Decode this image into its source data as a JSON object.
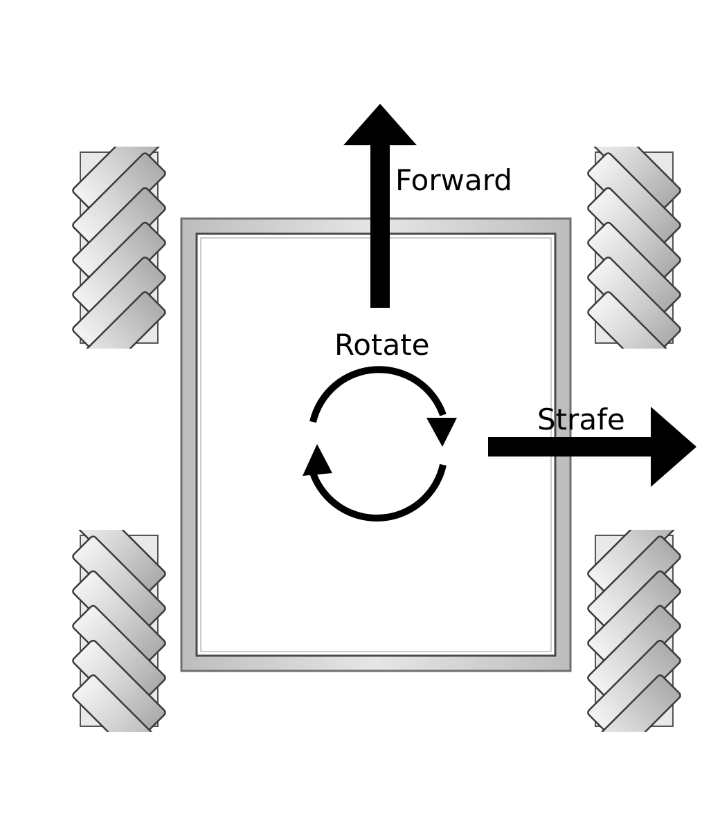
{
  "labels": {
    "forward": "Forward",
    "rotate": "Rotate",
    "strafe": "Strafe"
  },
  "colors": {
    "arrow": "#000000",
    "frame_outer": "#c8c8c8",
    "frame_edge": "#5a5a5a",
    "roller_fill": "#d9d9d9",
    "roller_stroke": "#444444",
    "background": "#ffffff"
  },
  "icons": {
    "wheels": "mecanum-wheel-icon",
    "forward": "arrow-up-icon",
    "strafe": "arrow-right-icon",
    "rotate": "rotate-clockwise-icon"
  }
}
